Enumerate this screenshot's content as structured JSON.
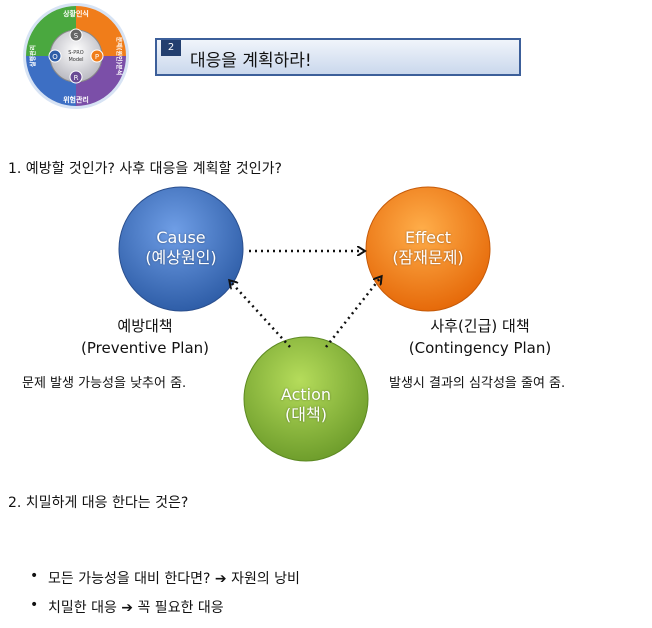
{
  "logo": {
    "center_line1": "S-PRO",
    "center_line2": "Model",
    "letters": [
      "S",
      "P",
      "R",
      "O"
    ],
    "quadrant_labels": [
      "상황인식",
      "문제(원인)분석",
      "위험관리",
      "실행관리"
    ]
  },
  "banner": {
    "number": "2",
    "title": "대응을 계획하라!"
  },
  "question1": "1. 예방할 것인가? 사후 대응을 계획할 것인가?",
  "question2": "2. 치밀하게 대응 한다는 것은?",
  "nodes": {
    "cause": {
      "line1": "Cause",
      "line2": "(예상원인)",
      "color": "#3d6fc4"
    },
    "effect": {
      "line1": "Effect",
      "line2": "(잠재문제)",
      "color": "#f07d1a"
    },
    "action": {
      "line1": "Action",
      "line2": "(대책)",
      "color": "#86b53a"
    }
  },
  "preventive": {
    "title": "예방대책",
    "subtitle": "(Preventive  Plan)",
    "desc": "문제 발생 가능성을 낮추어  줌."
  },
  "contingency": {
    "title": "사후(긴급) 대책",
    "subtitle": "(Contingency  Plan)",
    "desc": "발생시 결과의 심각성을 줄여 줌."
  },
  "bullets": [
    "모든 가능성을 대비 한다면? ➔ 자원의 낭비",
    "치밀한 대응 ➔ 꼭 필요한 대응"
  ]
}
